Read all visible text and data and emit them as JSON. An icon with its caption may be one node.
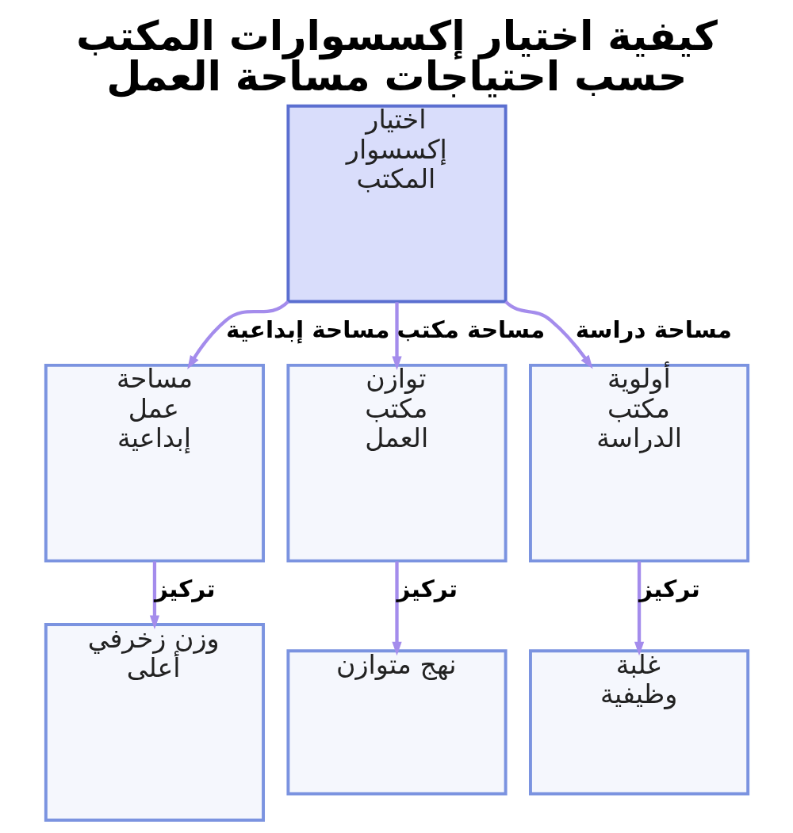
{
  "diagram": {
    "title": "كيفية اختيار إكسسوارات المكتب حسب احتياجات مساحة العمل",
    "nodes": [
      {
        "text": [
          "اختيار إكسسوار المكتب"
        ]
      },
      {
        "text": [
          "أولوية مكتب الدراسة"
        ]
      },
      {
        "text": [
          "توازن مكتب العمل"
        ]
      },
      {
        "text": [
          "مساحة عمل إبداعية"
        ]
      },
      {
        "text": [
          "غلبة وظيفية"
        ]
      },
      {
        "text": [
          "نهج متوازن"
        ]
      },
      {
        "text": [
          "وزن زخرفي أعلى"
        ]
      }
    ],
    "edges": [
      {
        "from": 0,
        "to": 1,
        "arrow": "to",
        "label": "مساحة دراسة"
      },
      {
        "from": 0,
        "to": 2,
        "arrow": "to",
        "label": "مساحة مكتب"
      },
      {
        "from": 0,
        "to": 3,
        "arrow": "to",
        "label": "مساحة إبداعية"
      },
      {
        "from": 1,
        "to": 4,
        "arrow": "to",
        "label": "تركيز"
      },
      {
        "from": 2,
        "to": 5,
        "arrow": "to",
        "label": "تركيز"
      },
      {
        "from": 3,
        "to": 6,
        "arrow": "to",
        "label": "تركيز"
      }
    ]
  }
}
